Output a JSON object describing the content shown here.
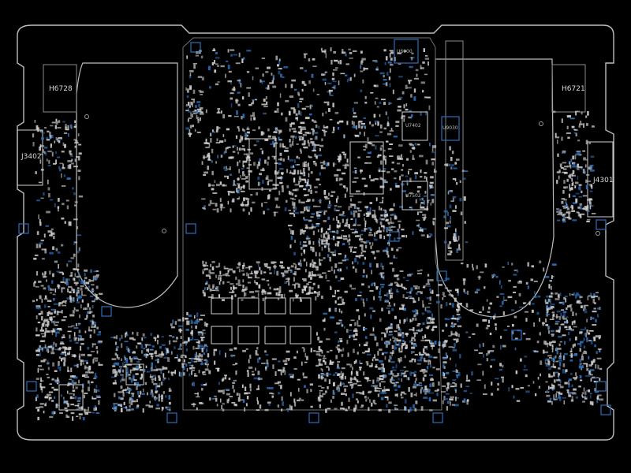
{
  "viewer": {
    "background": "#000000",
    "outline_color": "#bdbdbd",
    "part_color": "#cfcfcf",
    "pad_color": "#2d6fb8"
  },
  "components": {
    "h6728": "H6728",
    "h6721": "H6721",
    "j3402": "J3402",
    "j4301": "J4301",
    "u7402": "U7402",
    "u7502": "U7502",
    "top_ic": "U6900",
    "small_ic": "U9030"
  }
}
